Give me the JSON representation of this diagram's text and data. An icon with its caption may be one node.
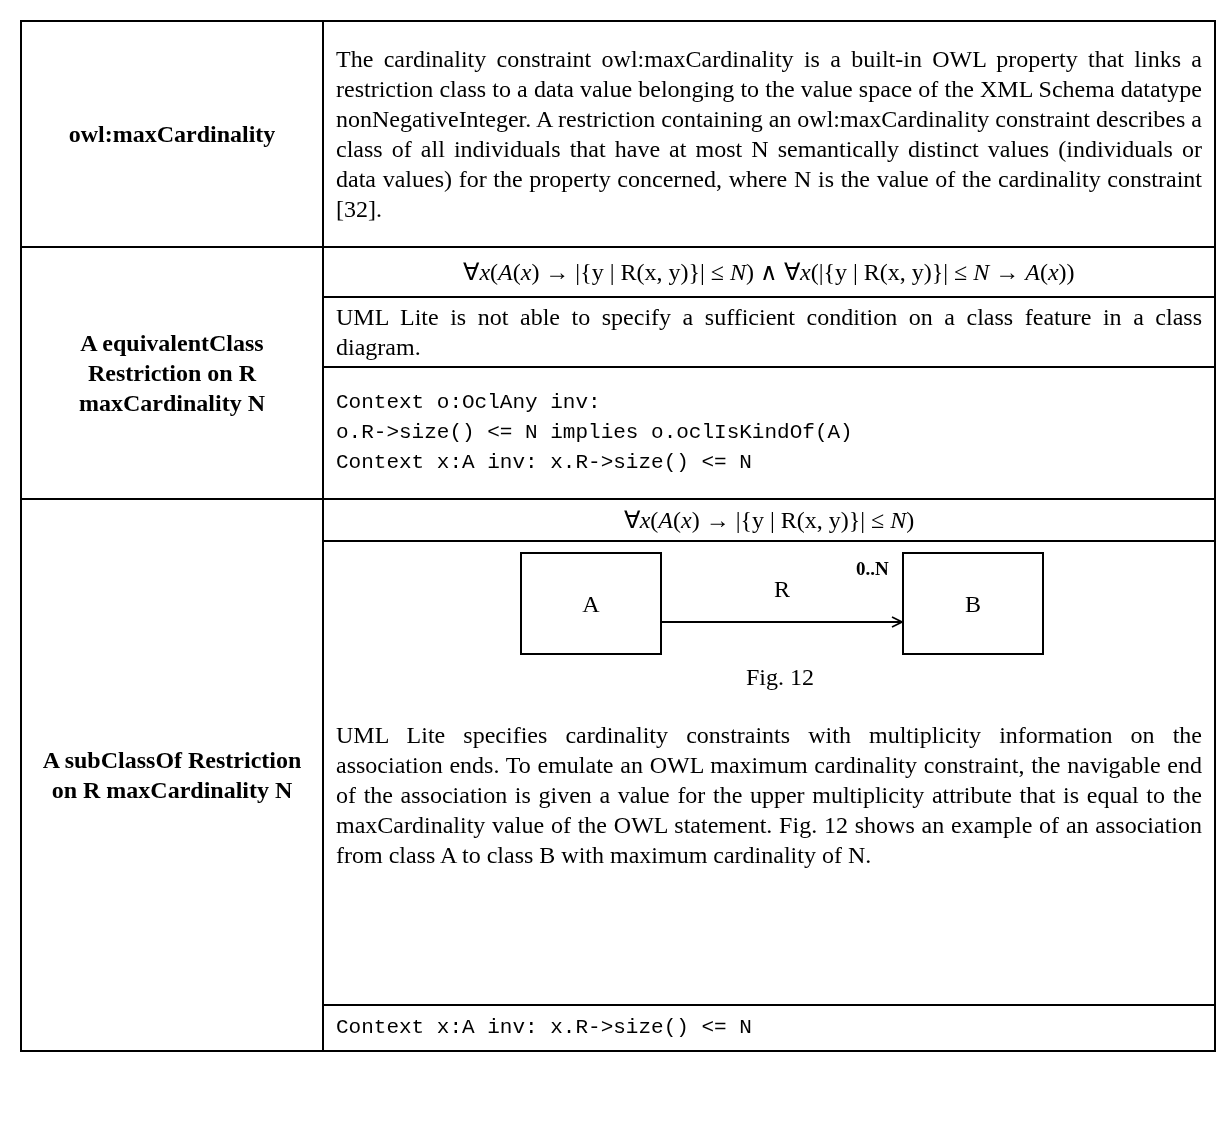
{
  "diagram": {
    "nodes": [
      {
        "text": [
          "A"
        ]
      },
      {
        "text": [
          "B"
        ]
      }
    ],
    "edges": [
      {
        "from": 0,
        "to": 1,
        "arrow": "to",
        "label": "R"
      }
    ],
    "labels": [
      "owl:maxCardinality",
      "The cardinality constraint owl:maxCardinality is a built-in OWL property that links a restriction class to a data value belonging to the value space of the XML Schema datatype nonNegativeInteger. A restriction containing an owl:maxCardinality constraint describes a class of all individuals that have at most N semantically distinct values (individuals or data values) for the property concerned, where N is the value of the cardinality constraint [32].",
      "A equivalentClass Restriction on R maxCardinality N",
      "∀*x*(*A*(*x*) → |{y | R(x, y)}| ≤ *N*) ∧ ∀*x*(|{y | R(x, y)}| ≤ *N* → *A*(*x*))",
      "UML Lite is not able to specify a sufficient condition on a class feature in a class diagram.",
      "Context o:OclAny inv:",
      "o.R->size() <= N implies o.oclIsKindOf(A)",
      "Context x:A inv: x.R->size() <= N",
      "A subClassOf Restriction on R maxCardinality N",
      "∀*x*(*A*(*x*) → |{y | R(x, y)}| ≤ *N*)",
      "0..N",
      "Fig. 12",
      "UML Lite specifies cardinality constraints with multiplicity information on the association ends. To emulate an OWL maximum cardinality constraint, the navigable end of the association is given a value for the upper multiplicity attribute that is equal to the maxCardinality value of the OWL statement. Fig. 12 shows an example of an association from class A to class B with maximum cardinality of N.",
      "Context x:A inv: x.R->size() <= N"
    ]
  }
}
